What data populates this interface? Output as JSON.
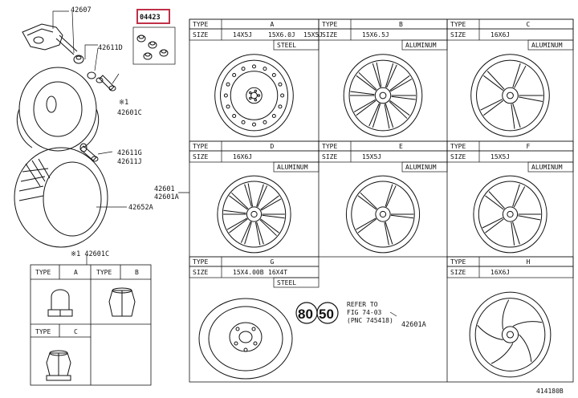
{
  "diagram_id": "414180B",
  "parts": {
    "p42607": "42607",
    "p42611d": "42611D",
    "p42601c_star1": "※1",
    "p42601c": "42601C",
    "p42611g": "42611G",
    "p42611j": "42611J",
    "p42652a": "42652A",
    "p42601c_star1b": "※1 42601C",
    "highlight": "04423",
    "p42601": "42601",
    "p42601a": "42601A",
    "p42601a_right": "42601A"
  },
  "nut_table": {
    "type_label": "TYPE",
    "typ_label": "TYPE",
    "a": "A",
    "b": "B",
    "c": "C"
  },
  "spare": {
    "speed_a": "80",
    "speed_b": "50",
    "refer_line1": "REFER TO",
    "refer_line2": "FIG 74-03",
    "refer_line3": "(PNC 745418)"
  },
  "wheels": [
    {
      "type": "A",
      "size": [
        "14X5J",
        "15X6.0J",
        "15X5J"
      ],
      "material": "STEEL",
      "style": "steel"
    },
    {
      "type": "B",
      "size": [
        "15X6.5J"
      ],
      "material": "ALUMINUM",
      "style": "spoke10"
    },
    {
      "type": "C",
      "size": [
        "16X6J"
      ],
      "material": "ALUMINUM",
      "style": "spoke5v"
    },
    {
      "type": "D",
      "size": [
        "16X6J"
      ],
      "material": "ALUMINUM",
      "style": "spoke10"
    },
    {
      "type": "E",
      "size": [
        "15X5J"
      ],
      "material": "ALUMINUM",
      "style": "spoke5"
    },
    {
      "type": "F",
      "size": [
        "15X5J"
      ],
      "material": "ALUMINUM",
      "style": "spoke5v"
    },
    {
      "type": "G",
      "size": [
        "15X4.00B",
        "16X4T"
      ],
      "material": "STEEL",
      "style": "spare"
    },
    {
      "type": "H",
      "size": [
        "16X6J"
      ],
      "material": "",
      "style": "swirl"
    }
  ],
  "labels": {
    "type": "TYPE",
    "size": "SIZE"
  }
}
